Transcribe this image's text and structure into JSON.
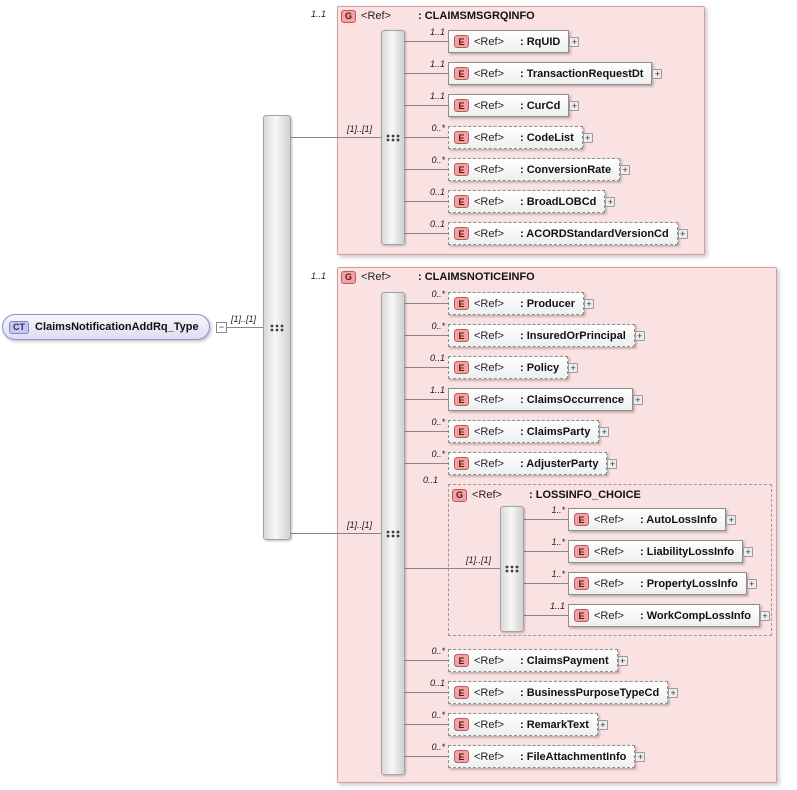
{
  "icons": {
    "expand": "+",
    "collapse": "−"
  },
  "badges": {
    "complex_type": "CT",
    "group": "G",
    "element": "E"
  },
  "root": {
    "label": "ClaimsNotificationAddRq_Type",
    "cardinality": "[1]..[1]"
  },
  "groups": [
    {
      "cardinality": "1..1",
      "ref": "<Ref>",
      "name": ": CLAIMSMSGRQINFO",
      "seq_cardinality": "[1]..[1]",
      "elements": [
        {
          "cardinality": "1..1",
          "ref": "<Ref>",
          "name": ": RqUID"
        },
        {
          "cardinality": "1..1",
          "ref": "<Ref>",
          "name": ": TransactionRequestDt"
        },
        {
          "cardinality": "1..1",
          "ref": "<Ref>",
          "name": ": CurCd"
        },
        {
          "cardinality": "0..*",
          "ref": "<Ref>",
          "name": ": CodeList"
        },
        {
          "cardinality": "0..*",
          "ref": "<Ref>",
          "name": ": ConversionRate"
        },
        {
          "cardinality": "0..1",
          "ref": "<Ref>",
          "name": ": BroadLOBCd"
        },
        {
          "cardinality": "0..1",
          "ref": "<Ref>",
          "name": ": ACORDStandardVersionCd"
        }
      ]
    },
    {
      "cardinality": "1..1",
      "ref": "<Ref>",
      "name": ": CLAIMSNOTICEINFO",
      "seq_cardinality": "[1]..[1]",
      "elements": [
        {
          "cardinality": "0..*",
          "ref": "<Ref>",
          "name": ": Producer"
        },
        {
          "cardinality": "0..*",
          "ref": "<Ref>",
          "name": ": InsuredOrPrincipal"
        },
        {
          "cardinality": "0..1",
          "ref": "<Ref>",
          "name": ": Policy"
        },
        {
          "cardinality": "1..1",
          "ref": "<Ref>",
          "name": ": ClaimsOccurrence"
        },
        {
          "cardinality": "0..*",
          "ref": "<Ref>",
          "name": ": ClaimsParty"
        },
        {
          "cardinality": "0..*",
          "ref": "<Ref>",
          "name": ": AdjusterParty"
        }
      ],
      "choice": {
        "cardinality": "0..1",
        "ref": "<Ref>",
        "name": ": LOSSINFO_CHOICE",
        "seq_cardinality": "[1]..[1]",
        "elements": [
          {
            "cardinality": "1..*",
            "ref": "<Ref>",
            "name": ": AutoLossInfo"
          },
          {
            "cardinality": "1..*",
            "ref": "<Ref>",
            "name": ": LiabilityLossInfo"
          },
          {
            "cardinality": "1..*",
            "ref": "<Ref>",
            "name": ": PropertyLossInfo"
          },
          {
            "cardinality": "1..1",
            "ref": "<Ref>",
            "name": ": WorkCompLossInfo"
          }
        ]
      },
      "elements_after": [
        {
          "cardinality": "0..*",
          "ref": "<Ref>",
          "name": ": ClaimsPayment"
        },
        {
          "cardinality": "0..1",
          "ref": "<Ref>",
          "name": ": BusinessPurposeTypeCd"
        },
        {
          "cardinality": "0..*",
          "ref": "<Ref>",
          "name": ": RemarkText"
        },
        {
          "cardinality": "0..*",
          "ref": "<Ref>",
          "name": ": FileAttachmentInfo"
        }
      ]
    }
  ]
}
